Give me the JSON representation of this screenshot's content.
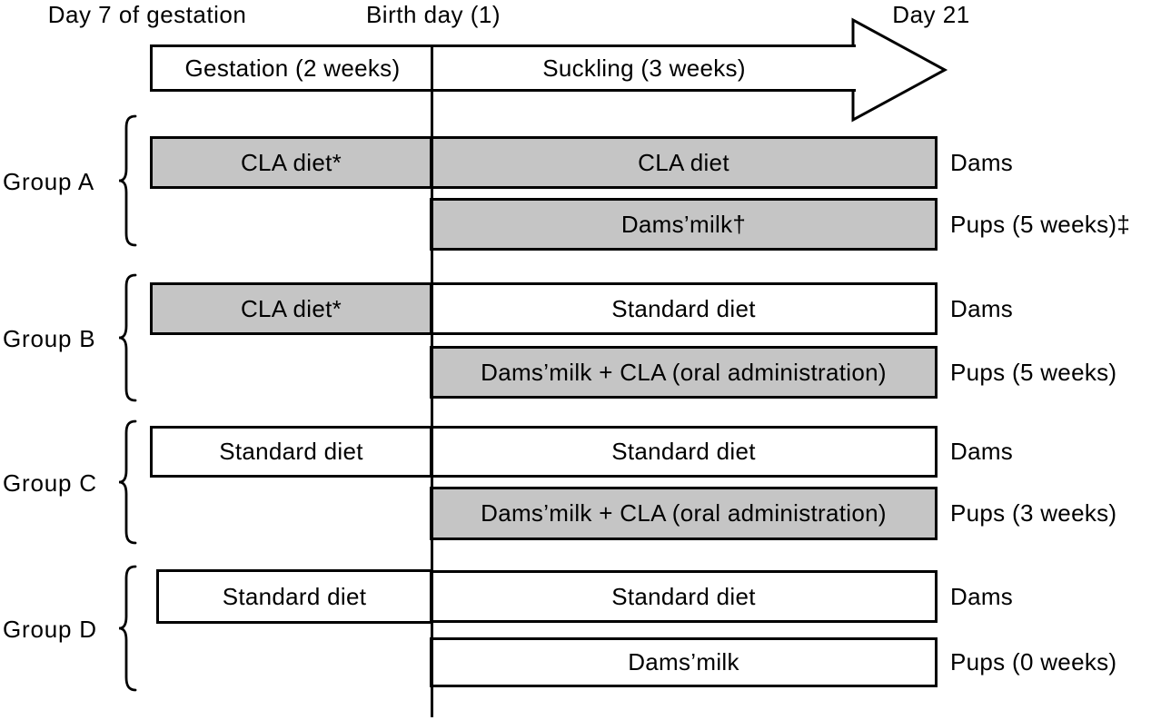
{
  "timeline": {
    "start_label": "Day 7 of gestation",
    "birth_label": "Birth day (1)",
    "end_label": "Day 21",
    "gestation_label": "Gestation (2 weeks)",
    "suckling_label": "Suckling (3 weeks)"
  },
  "colors": {
    "gray": "#c5c5c5",
    "white": "#ffffff",
    "line": "#000000"
  },
  "groups": [
    {
      "name": "Group A",
      "rows": [
        {
          "gestation": {
            "label": "CLA diet*",
            "fill": "gray"
          },
          "suckling": {
            "label": "CLA diet",
            "fill": "gray"
          },
          "subject": "Dams"
        },
        {
          "suckling": {
            "label": "Dams’milk†",
            "fill": "gray"
          },
          "subject": "Pups (5 weeks)‡"
        }
      ]
    },
    {
      "name": "Group B",
      "rows": [
        {
          "gestation": {
            "label": "CLA diet*",
            "fill": "gray"
          },
          "suckling": {
            "label": "Standard diet",
            "fill": "white"
          },
          "subject": "Dams"
        },
        {
          "suckling": {
            "label": "Dams’milk + CLA (oral administration)",
            "fill": "gray"
          },
          "subject": "Pups (5 weeks)"
        }
      ]
    },
    {
      "name": "Group C",
      "rows": [
        {
          "gestation": {
            "label": "Standard diet",
            "fill": "white"
          },
          "suckling": {
            "label": "Standard diet",
            "fill": "white"
          },
          "subject": "Dams"
        },
        {
          "suckling": {
            "label": "Dams’milk + CLA (oral administration)",
            "fill": "gray"
          },
          "subject": "Pups (3 weeks)"
        }
      ]
    },
    {
      "name": "Group D",
      "rows": [
        {
          "gestation": {
            "label": "Standard diet",
            "fill": "white"
          },
          "suckling": {
            "label": "Standard diet",
            "fill": "white"
          },
          "subject": "Dams"
        },
        {
          "suckling": {
            "label": "Dams’milk",
            "fill": "white"
          },
          "subject": "Pups (0 weeks)"
        }
      ]
    }
  ]
}
